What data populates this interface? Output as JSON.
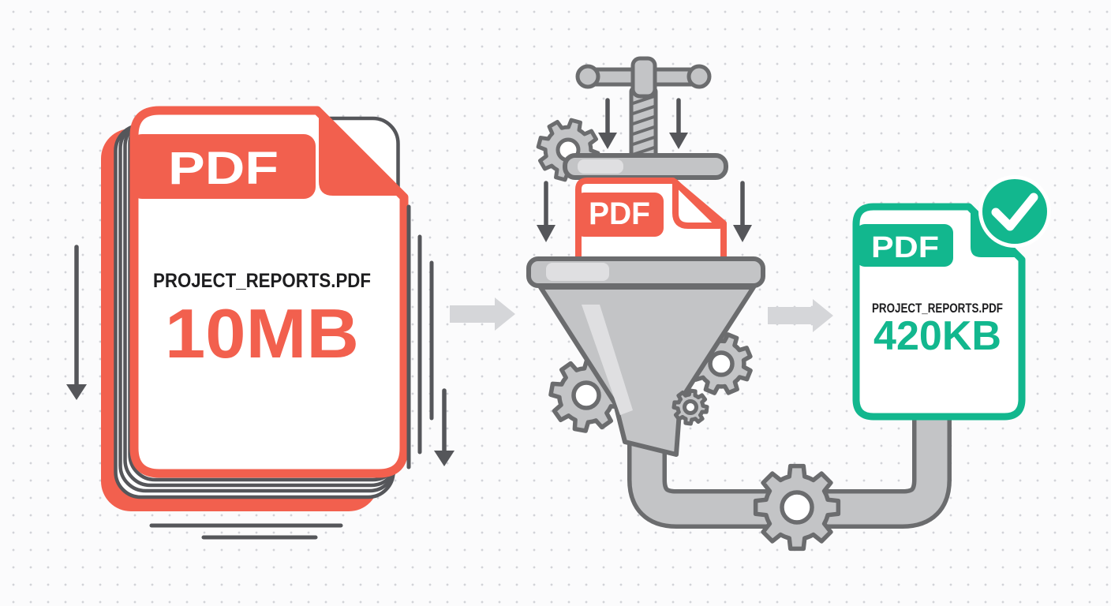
{
  "source_file": {
    "badge": "PDF",
    "filename": "PROJECT_REPORTS.PDF",
    "size": "10MB"
  },
  "pressed_file": {
    "badge": "PDF"
  },
  "result_file": {
    "badge": "PDF",
    "filename": "PROJECT_REPORTS.PDF",
    "size": "420KB"
  },
  "icons": {
    "result_status": "check-circle",
    "machine": "gear",
    "flow": "arrow-right",
    "compression": "arrow-down"
  },
  "colors": {
    "accent_red": "#F2604E",
    "accent_green": "#12B78E",
    "machine_fill": "#C3C4C6",
    "machine_outline": "#6B6C6E",
    "dark_line": "#55565A",
    "light_arrow": "#D5D6D9",
    "text": "#1D1D1F",
    "page": "#FFFFFF",
    "background": "#FBFBFC",
    "dot_grid": "#D2D3D8"
  }
}
